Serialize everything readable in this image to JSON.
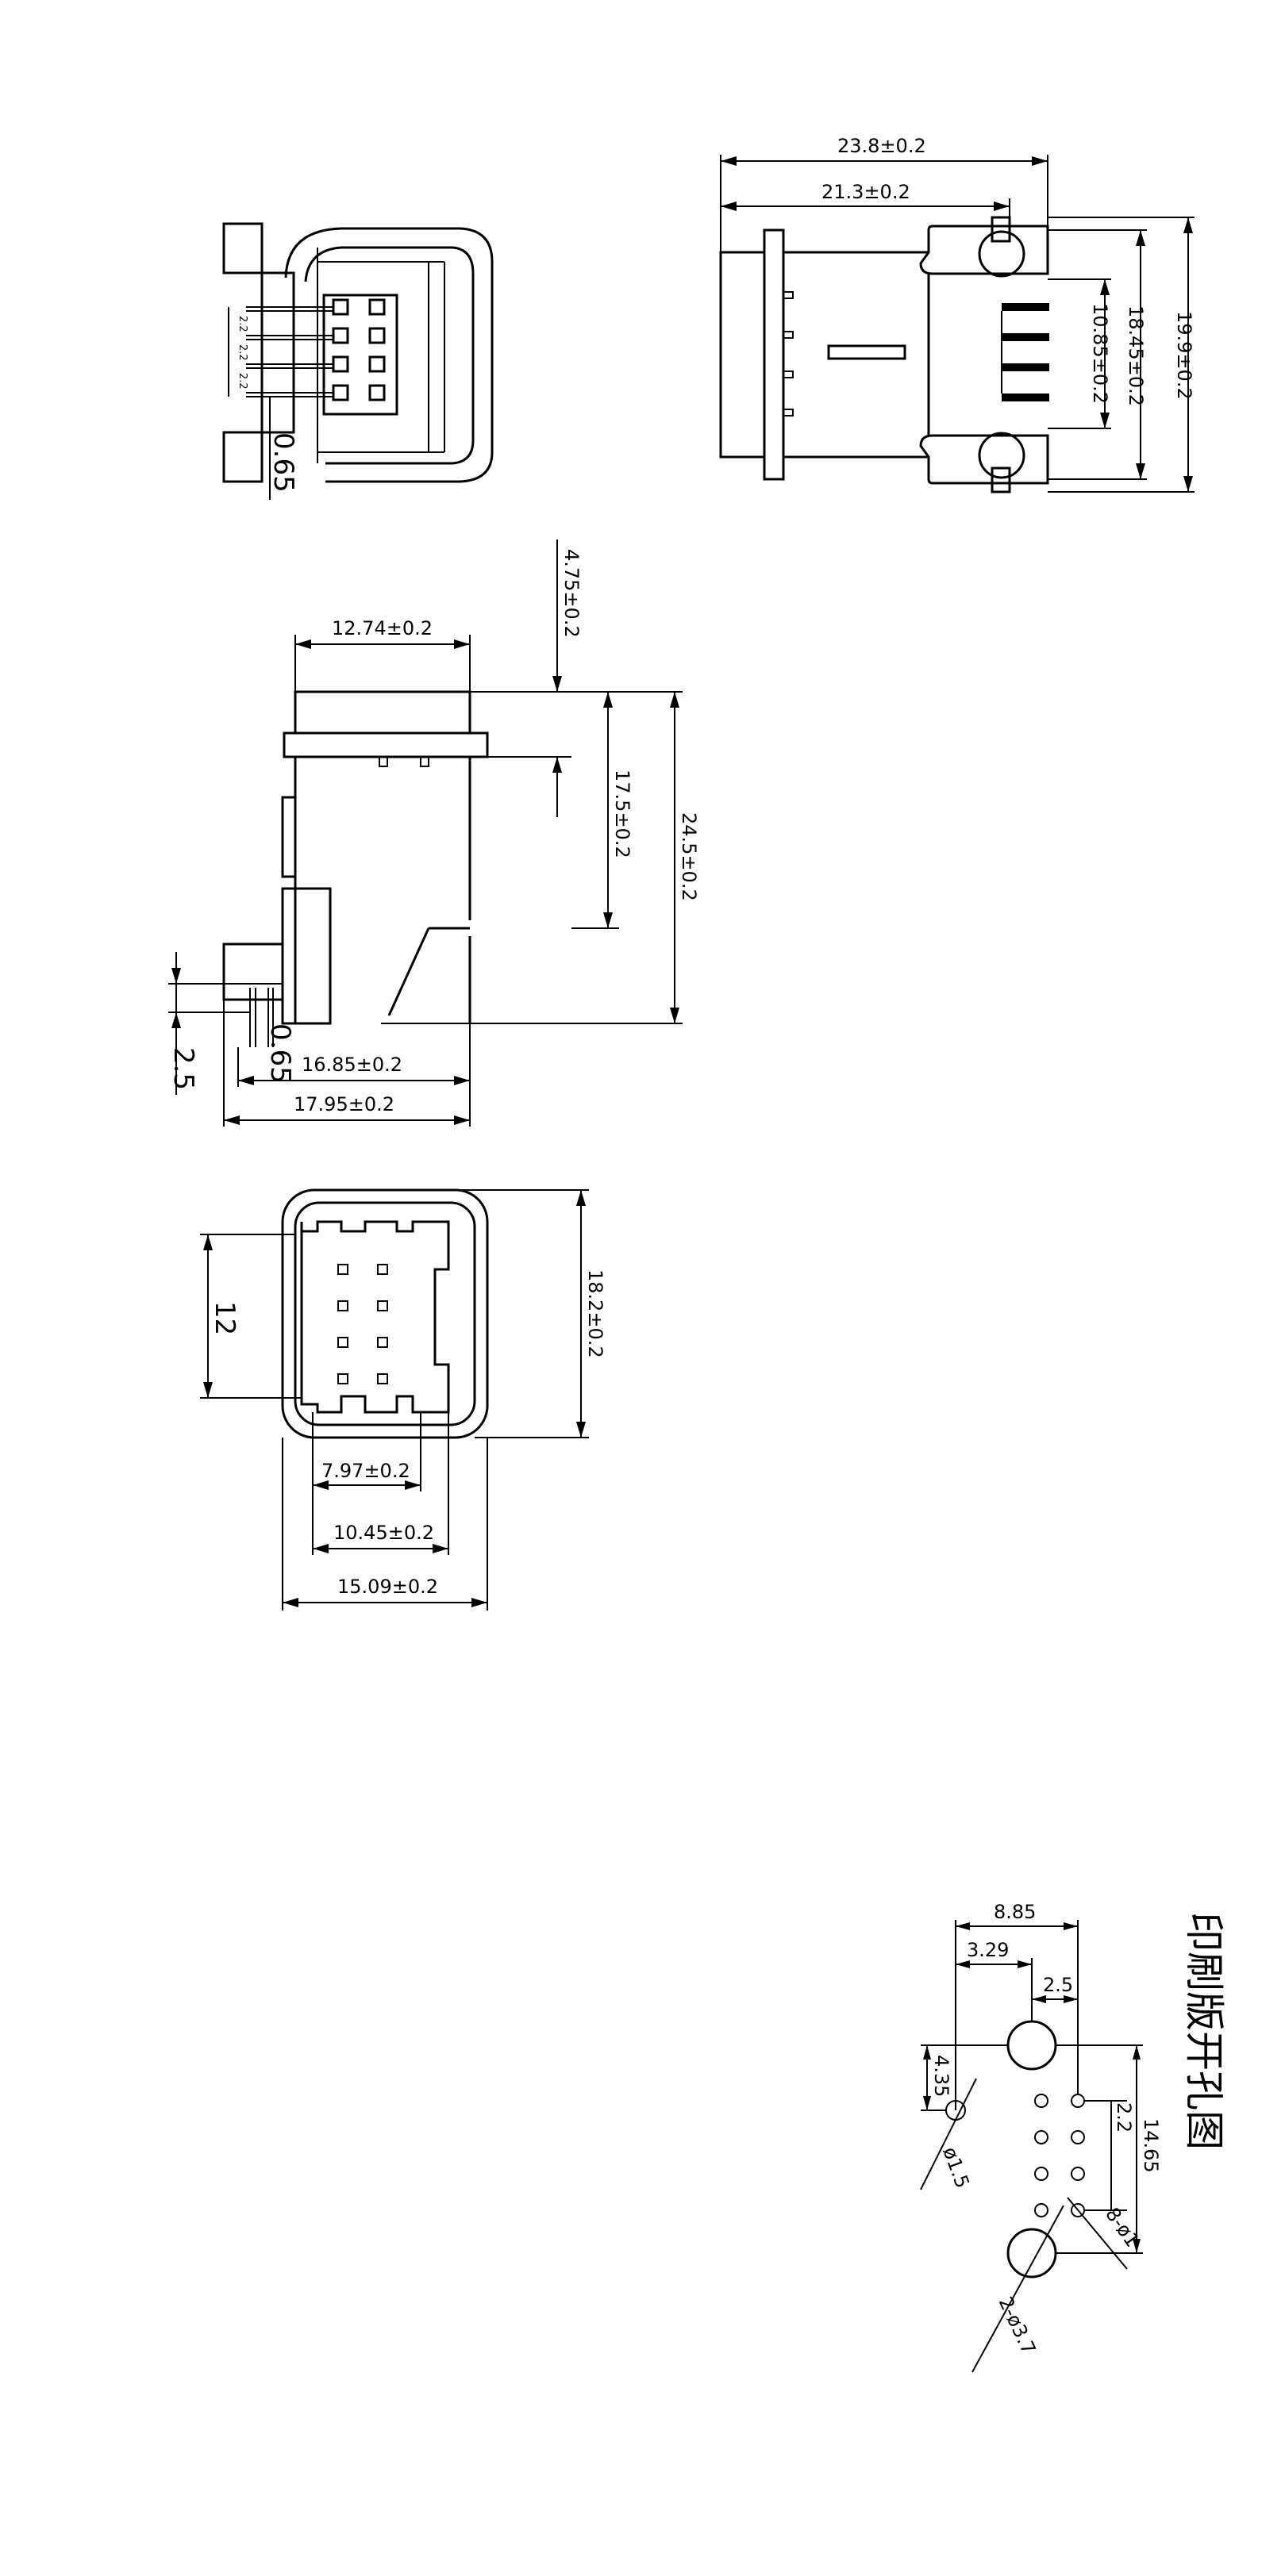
{
  "top_view": {
    "pitch_labels": [
      "2.2",
      "2.2",
      "2.2"
    ],
    "pin_offset": "0.65"
  },
  "front_view": {
    "dims": {
      "overall_length": "23.8±0.2",
      "body_length": "21.3±0.2",
      "pin_span": "10.85±0.2",
      "inner_height": "18.45±0.2",
      "overall_height": "19.9±0.2"
    }
  },
  "side_view": {
    "dims": {
      "top_offset": "4.75±0.2",
      "head_width": "12.74±0.2",
      "height_a": "17.5±0.2",
      "height_b": "24.5±0.2",
      "pin_offset": "0.65",
      "pin_length": "2.5",
      "depth_a": "16.85±0.2",
      "depth_b": "17.95±0.2"
    }
  },
  "end_view": {
    "dims": {
      "cavity_height": "12",
      "overall_height": "18.2±0.2",
      "cavity_a": "7.97±0.2",
      "cavity_b": "10.45±0.2",
      "overall_width": "15.09±0.2"
    }
  },
  "pcb_layout": {
    "title": "印刷版开孔图",
    "dims": {
      "width": "8.85",
      "offset_a": "3.29",
      "offset_b": "2.5",
      "offset_c": "4.35",
      "pitch": "2.2",
      "height": "14.65",
      "small_hole": "ø1.5",
      "pin_holes": "8-ø1",
      "mount_holes": "2-ø3.7"
    }
  }
}
